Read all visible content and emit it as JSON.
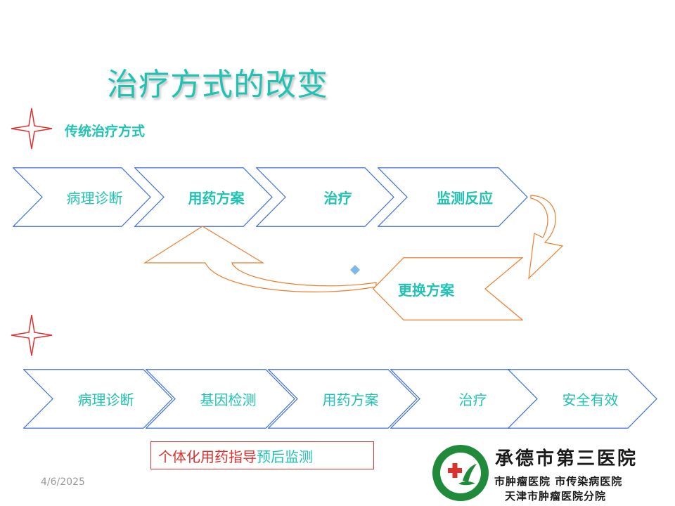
{
  "slide": {
    "title": "治疗方式的改变",
    "section1_title": "传统治疗方式",
    "row1": [
      "病理诊断",
      "用药方案",
      "治疗",
      "监测反应"
    ],
    "loop_label": "更换方案",
    "row2": [
      "病理诊断",
      "基因检测",
      "用药方案",
      "治疗",
      "安全有效"
    ],
    "note_part1": "个体化用药指导",
    "note_part2": "预后监测",
    "date": "4/6/2025"
  },
  "hospital": {
    "name": "承德市第三医院",
    "sub1": "市肿瘤医院  市传染病医院",
    "sub2": "天津市肿瘤医院分院"
  },
  "colors": {
    "accent": "#20c3b2",
    "chevron_outline": "#3a6fe0",
    "loop_outline": "#ee7d2c",
    "star": "#d9322f",
    "note_red": "#d9322f"
  }
}
